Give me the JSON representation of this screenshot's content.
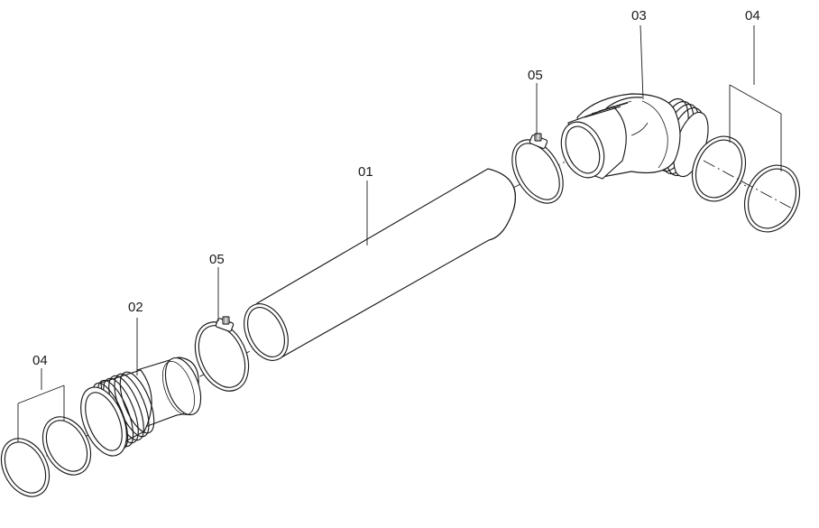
{
  "diagram": {
    "labels": {
      "pipe": "01",
      "adapter": "02",
      "elbow": "03",
      "seals": "04",
      "clamp": "05"
    }
  }
}
